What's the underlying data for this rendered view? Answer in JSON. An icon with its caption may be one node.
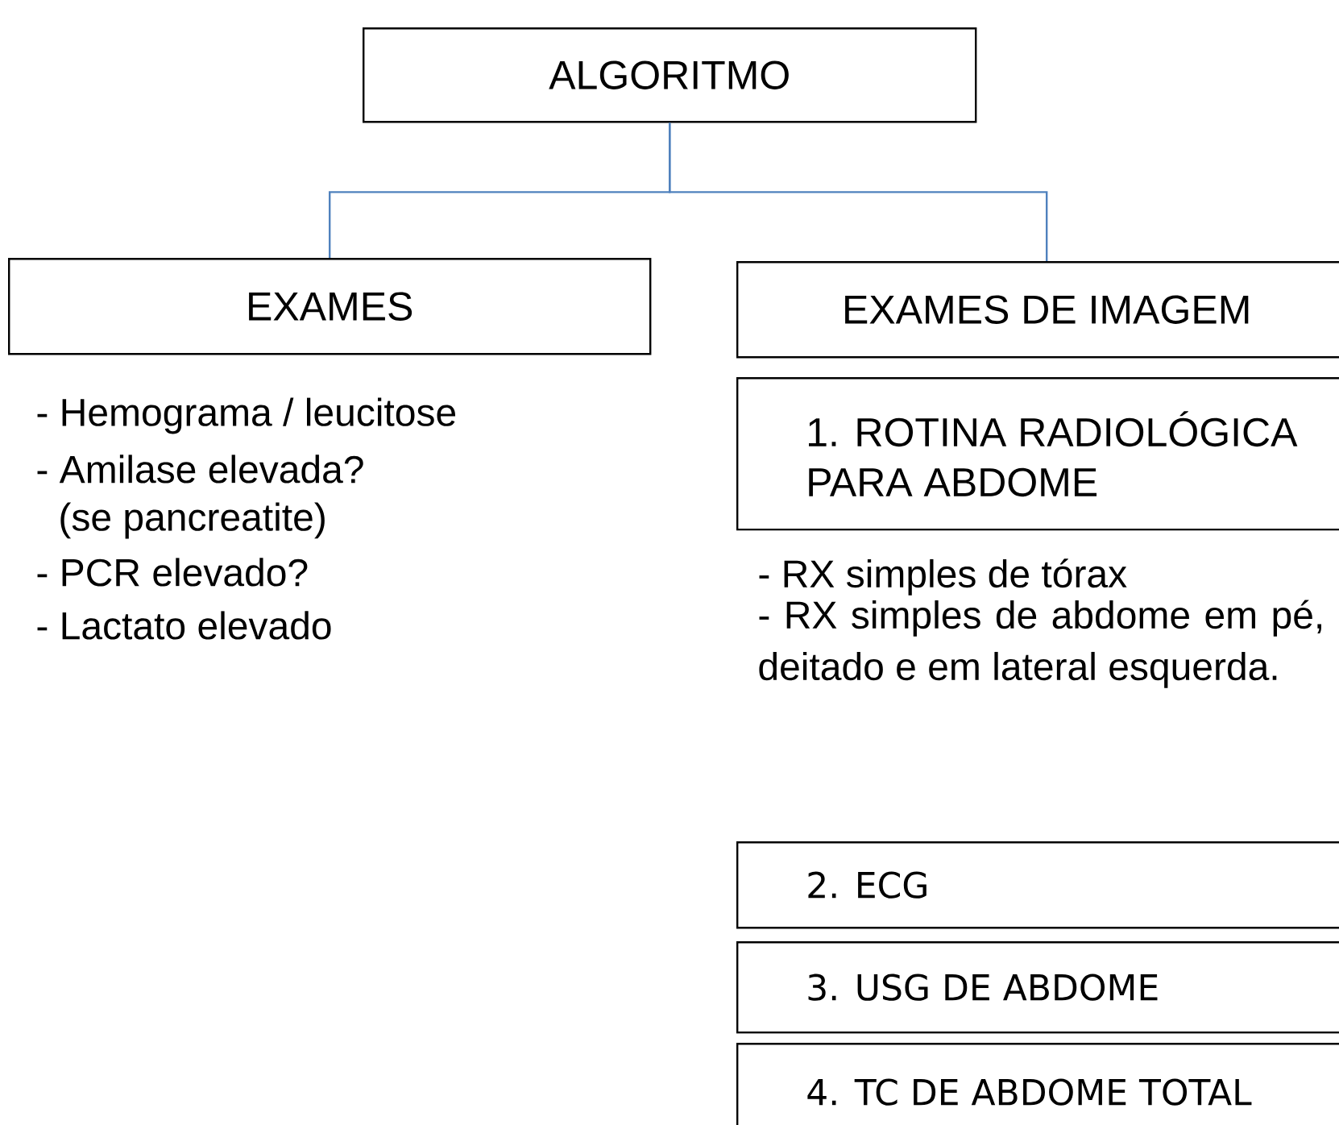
{
  "diagram": {
    "nodes": [
      {
        "text": [
          "ALGORITMO"
        ]
      },
      {
        "text": [
          "EXAMES"
        ]
      },
      {
        "text": [
          "EXAMES DE IMAGEM"
        ]
      },
      {
        "text": [
          "1. ROTINA RADIOLÓGICA PARA ABDOME"
        ]
      },
      {
        "text": [
          "2. ECG"
        ]
      },
      {
        "text": [
          "3. USG DE ABDOME"
        ]
      },
      {
        "text": [
          "4. TC DE ABDOME TOTAL"
        ]
      }
    ],
    "edges": [
      {
        "from": 0,
        "to": 1,
        "arrow": "none"
      },
      {
        "from": 0,
        "to": 2,
        "arrow": "none"
      }
    ],
    "labels": [
      "- Hemograma / leucitose",
      "- Amilase elevada?",
      "(se pancreatite)",
      "- PCR elevado?",
      "- Lactato elevado",
      "- RX simples de tórax",
      "- RX simples de abdome em pé, deitado e em lateral esquerda."
    ]
  }
}
